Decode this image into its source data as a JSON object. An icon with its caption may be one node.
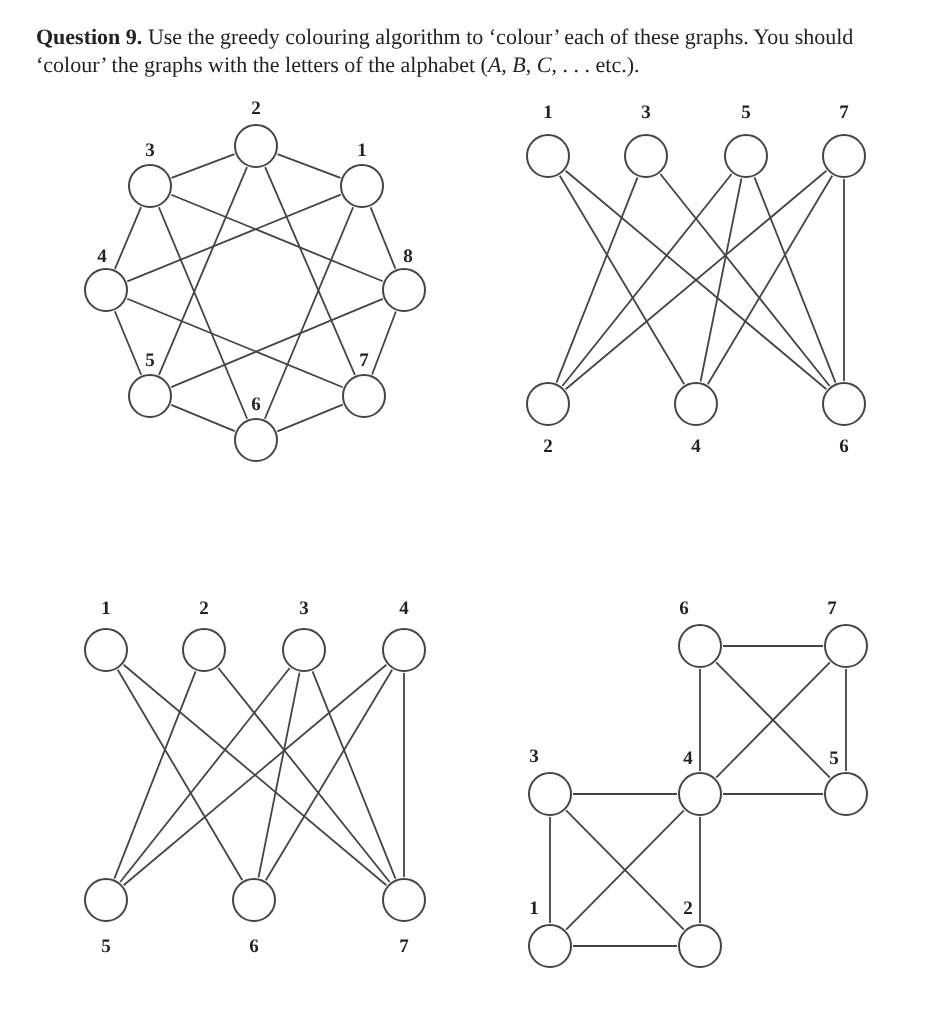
{
  "diagram": {
    "title": "**Question 9.** Use the greedy colouring algorithm to ‘colour’ each of these graphs. You should ‘colour’ the graphs with the letters of the alphabet (*A*, *B*, *C*, . . . etc.).",
    "nodes": [
      {
        "text": [],
        "shape": "circle",
        "beside": [
          "2"
        ]
      },
      {
        "text": [],
        "shape": "circle",
        "beside": [
          "3"
        ]
      },
      {
        "text": [],
        "shape": "circle",
        "beside": [
          "1"
        ]
      },
      {
        "text": [],
        "shape": "circle",
        "beside": [
          "4"
        ]
      },
      {
        "text": [],
        "shape": "circle",
        "beside": [
          "8"
        ]
      },
      {
        "text": [],
        "shape": "circle",
        "beside": [
          "5"
        ]
      },
      {
        "text": [],
        "shape": "circle",
        "beside": [
          "7"
        ]
      },
      {
        "text": [],
        "shape": "circle",
        "beside": [
          "6"
        ]
      },
      {
        "text": [],
        "shape": "circle",
        "beside": [
          "1"
        ]
      },
      {
        "text": [],
        "shape": "circle",
        "beside": [
          "3"
        ]
      },
      {
        "text": [],
        "shape": "circle",
        "beside": [
          "5"
        ]
      },
      {
        "text": [],
        "shape": "circle",
        "beside": [
          "7"
        ]
      },
      {
        "text": [],
        "shape": "circle",
        "beside": [
          "2"
        ]
      },
      {
        "text": [],
        "shape": "circle",
        "beside": [
          "4"
        ]
      },
      {
        "text": [],
        "shape": "circle",
        "beside": [
          "6"
        ]
      },
      {
        "text": [],
        "shape": "circle",
        "beside": [
          "1"
        ]
      },
      {
        "text": [],
        "shape": "circle",
        "beside": [
          "2"
        ]
      },
      {
        "text": [],
        "shape": "circle",
        "beside": [
          "3"
        ]
      },
      {
        "text": [],
        "shape": "circle",
        "beside": [
          "4"
        ]
      },
      {
        "text": [],
        "shape": "circle",
        "beside": [
          "5"
        ]
      },
      {
        "text": [],
        "shape": "circle",
        "beside": [
          "6"
        ]
      },
      {
        "text": [],
        "shape": "circle",
        "beside": [
          "7"
        ]
      },
      {
        "text": [],
        "shape": "circle",
        "beside": [
          "6"
        ]
      },
      {
        "text": [],
        "shape": "circle",
        "beside": [
          "7"
        ]
      },
      {
        "text": [],
        "shape": "circle",
        "beside": [
          "3"
        ]
      },
      {
        "text": [],
        "shape": "circle",
        "beside": [
          "4"
        ]
      },
      {
        "text": [],
        "shape": "circle",
        "beside": [
          "5"
        ]
      },
      {
        "text": [],
        "shape": "circle",
        "beside": [
          "1"
        ]
      },
      {
        "text": [],
        "shape": "circle",
        "beside": [
          "2"
        ]
      }
    ],
    "edges": [
      {
        "from": 0,
        "to": 1,
        "arrow": "none"
      },
      {
        "from": 0,
        "to": 2,
        "arrow": "none"
      },
      {
        "from": 2,
        "to": 4,
        "arrow": "none"
      },
      {
        "from": 4,
        "to": 6,
        "arrow": "none"
      },
      {
        "from": 6,
        "to": 7,
        "arrow": "none"
      },
      {
        "from": 7,
        "to": 5,
        "arrow": "none"
      },
      {
        "from": 5,
        "to": 3,
        "arrow": "none"
      },
      {
        "from": 3,
        "to": 1,
        "arrow": "none"
      },
      {
        "from": 0,
        "to": 5,
        "arrow": "none"
      },
      {
        "from": 0,
        "to": 6,
        "arrow": "none"
      },
      {
        "from": 1,
        "to": 4,
        "arrow": "none"
      },
      {
        "from": 1,
        "to": 7,
        "arrow": "none"
      },
      {
        "from": 2,
        "to": 3,
        "arrow": "none"
      },
      {
        "from": 2,
        "to": 7,
        "arrow": "none"
      },
      {
        "from": 3,
        "to": 6,
        "arrow": "none"
      },
      {
        "from": 5,
        "to": 4,
        "arrow": "none"
      },
      {
        "from": 8,
        "to": 13,
        "arrow": "none"
      },
      {
        "from": 8,
        "to": 14,
        "arrow": "none"
      },
      {
        "from": 9,
        "to": 12,
        "arrow": "none"
      },
      {
        "from": 9,
        "to": 14,
        "arrow": "none"
      },
      {
        "from": 10,
        "to": 12,
        "arrow": "none"
      },
      {
        "from": 10,
        "to": 13,
        "arrow": "none"
      },
      {
        "from": 10,
        "to": 14,
        "arrow": "none"
      },
      {
        "from": 11,
        "to": 12,
        "arrow": "none"
      },
      {
        "from": 11,
        "to": 13,
        "arrow": "none"
      },
      {
        "from": 11,
        "to": 14,
        "arrow": "none"
      },
      {
        "from": 15,
        "to": 20,
        "arrow": "none"
      },
      {
        "from": 15,
        "to": 21,
        "arrow": "none"
      },
      {
        "from": 16,
        "to": 19,
        "arrow": "none"
      },
      {
        "from": 16,
        "to": 21,
        "arrow": "none"
      },
      {
        "from": 17,
        "to": 19,
        "arrow": "none"
      },
      {
        "from": 17,
        "to": 20,
        "arrow": "none"
      },
      {
        "from": 17,
        "to": 21,
        "arrow": "none"
      },
      {
        "from": 18,
        "to": 19,
        "arrow": "none"
      },
      {
        "from": 18,
        "to": 20,
        "arrow": "none"
      },
      {
        "from": 18,
        "to": 21,
        "arrow": "none"
      },
      {
        "from": 22,
        "to": 23,
        "arrow": "none"
      },
      {
        "from": 22,
        "to": 25,
        "arrow": "none"
      },
      {
        "from": 22,
        "to": 26,
        "arrow": "none"
      },
      {
        "from": 23,
        "to": 25,
        "arrow": "none"
      },
      {
        "from": 23,
        "to": 26,
        "arrow": "none"
      },
      {
        "from": 25,
        "to": 26,
        "arrow": "none"
      },
      {
        "from": 24,
        "to": 25,
        "arrow": "none"
      },
      {
        "from": 24,
        "to": 27,
        "arrow": "none"
      },
      {
        "from": 24,
        "to": 28,
        "arrow": "none"
      },
      {
        "from": 25,
        "to": 27,
        "arrow": "none"
      },
      {
        "from": 25,
        "to": 28,
        "arrow": "none"
      },
      {
        "from": 27,
        "to": 28,
        "arrow": "none"
      }
    ]
  }
}
